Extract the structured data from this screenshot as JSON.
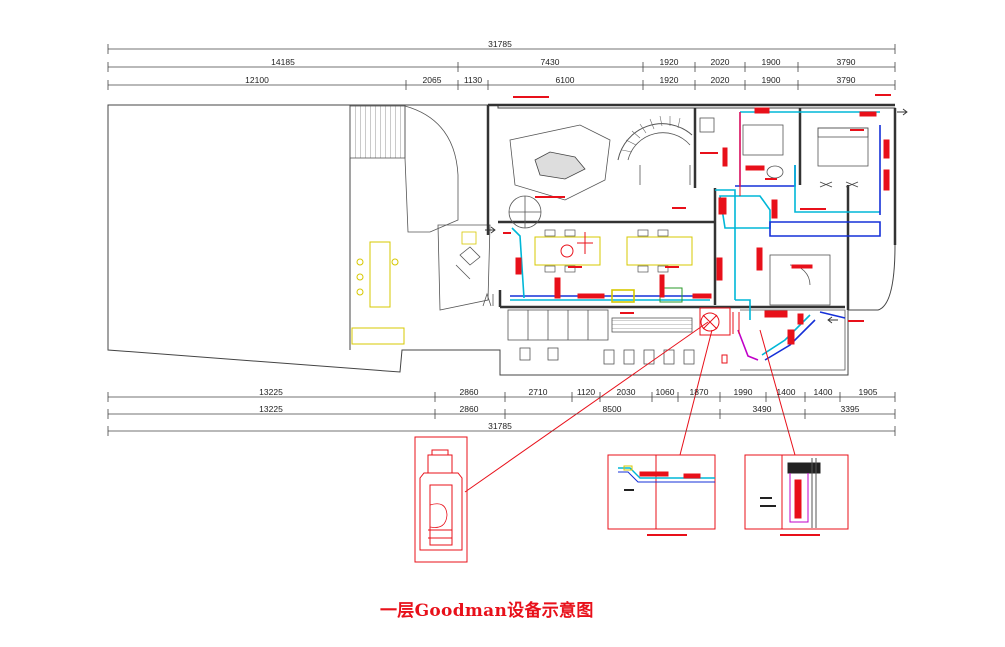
{
  "title": "一层Goodman设备示意图",
  "dimensions": {
    "top_total": "31785",
    "top_row1": [
      "14185",
      "7430",
      "1920",
      "2020",
      "1900",
      "3790"
    ],
    "top_row2": [
      "12100",
      "2065",
      "1130",
      "6100",
      "1920",
      "2020",
      "1900",
      "3790"
    ],
    "bottom_row1": [
      "13225",
      "2860",
      "2710",
      "1120",
      "2030",
      "1060",
      "1870",
      "1990",
      "1400",
      "1400",
      "1905"
    ],
    "bottom_row2": [
      "13225",
      "2860",
      "8500",
      "3490",
      "3395"
    ],
    "bottom_total": "31785"
  },
  "colors": {
    "annotation": "#e8101a",
    "duct_cyan": "#00b7d7",
    "duct_blue": "#1530d8",
    "accent_yellow": "#d7c800",
    "accent_magenta": "#c000c8",
    "accent_green": "#2a9a2a",
    "lines": "#555555"
  }
}
